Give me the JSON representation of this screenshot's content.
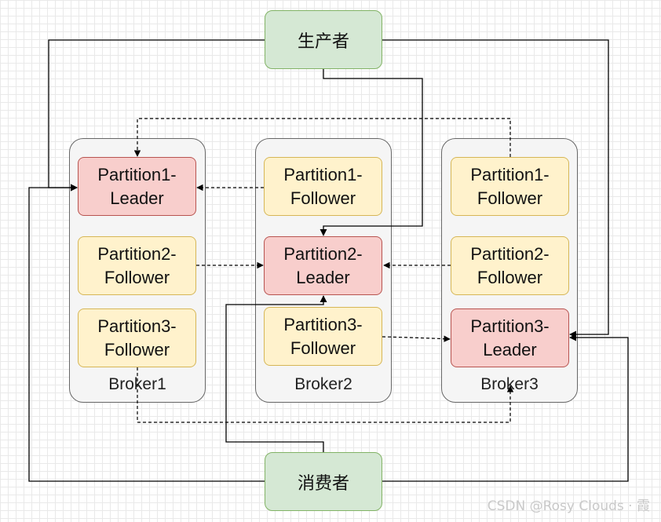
{
  "diagram": {
    "brokers": [
      {
        "label": "Broker1",
        "partitions": [
          "Partition1-\nLeader",
          "Partition2-\nFollower",
          "Partition3-\nFollower"
        ]
      },
      {
        "label": "Broker2",
        "partitions": [
          "Partition1-\nFollower",
          "Partition2-\nLeader",
          "Partition3-\nFollower"
        ]
      },
      {
        "label": "Broker3",
        "partitions": [
          "Partition1-\nFollower",
          "Partition2-\nFollower",
          "Partition3-\nLeader"
        ]
      }
    ],
    "producer": "生产者",
    "consumer": "消费者"
  },
  "watermark": "CSDN @Rosy Clouds · 霞",
  "colors": {
    "leader_fill": "#f8cecc",
    "leader_stroke": "#b85450",
    "follower_fill": "#fff2cc",
    "follower_stroke": "#d6b656",
    "actor_fill": "#d5e8d4",
    "actor_stroke": "#82b366",
    "broker_fill": "#f5f5f5",
    "broker_stroke": "#666666"
  }
}
